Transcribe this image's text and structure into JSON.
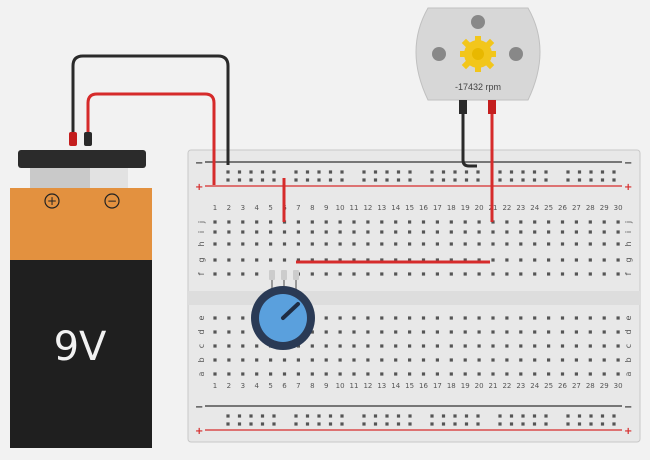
{
  "battery": {
    "label": "9V",
    "plus_symbol": "+",
    "minus_symbol": "−",
    "colors": {
      "top": "#2b2b2b",
      "orange": "#e3913f",
      "body": "#1f1f1f",
      "terminal": "#c9c9c9"
    }
  },
  "motor": {
    "rpm_text": "-17432 rpm",
    "colors": {
      "body": "#d7d7d7",
      "gear": "#f2c61b",
      "hole": "#888888"
    }
  },
  "breadboard": {
    "columns": [
      "1",
      "2",
      "3",
      "4",
      "5",
      "6",
      "7",
      "8",
      "9",
      "10",
      "11",
      "12",
      "13",
      "14",
      "15",
      "16",
      "17",
      "18",
      "19",
      "20",
      "21",
      "22",
      "23",
      "24",
      "25",
      "26",
      "27",
      "28",
      "29",
      "30"
    ],
    "top_rows": [
      "j",
      "i",
      "h",
      "g",
      "f"
    ],
    "bottom_rows": [
      "e",
      "d",
      "c",
      "b",
      "a"
    ],
    "rail_minus": "−",
    "rail_plus": "+",
    "colors": {
      "board": "#e8e8e8",
      "hole": "#555555",
      "rail_red": "#d62b2b",
      "rail_black": "#333333"
    }
  },
  "wires": {
    "colors": {
      "red": "#d62b2b",
      "black": "#2a2a2a"
    }
  },
  "potentiometer": {
    "colors": {
      "knob": "#5aa0dd",
      "ring": "#2a3a55"
    }
  }
}
